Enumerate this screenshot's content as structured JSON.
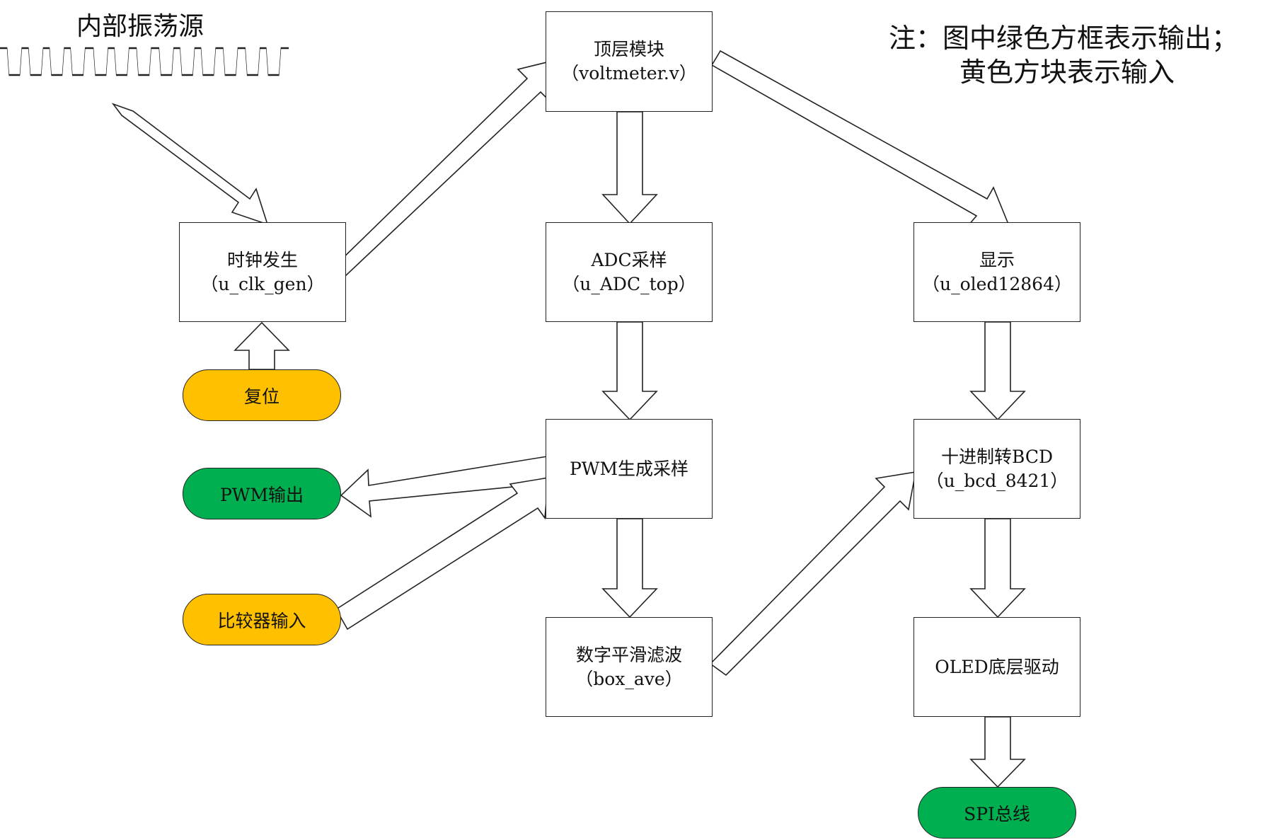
{
  "oscillator": {
    "title": "内部振荡源"
  },
  "note": {
    "line1": "注：图中绿色方框表示输出；",
    "line2": "黄色方块表示输入"
  },
  "colors": {
    "input": "#ffc000",
    "output": "#00b050",
    "stroke": "#222222"
  },
  "modules": {
    "top": {
      "name": "顶层模块",
      "inst": "（voltmeter.v）"
    },
    "clk": {
      "name": "时钟发生",
      "inst": "（u_clk_gen）"
    },
    "adc": {
      "name": "ADC采样",
      "inst": "（u_ADC_top）"
    },
    "pwm": {
      "name": "PWM生成采样"
    },
    "filter": {
      "name": "数字平滑滤波",
      "inst": "（box_ave）"
    },
    "display": {
      "name": "显示",
      "inst": "（u_oled12864）"
    },
    "bcd": {
      "name": "十进制转BCD",
      "inst": "（u_bcd_8421）"
    },
    "oled": {
      "name": "OLED底层驱动"
    }
  },
  "terminals": {
    "reset": "复位",
    "pwm_out": "PWM输出",
    "comparator_in": "比较器输入",
    "spi_bus": "SPI总线"
  }
}
